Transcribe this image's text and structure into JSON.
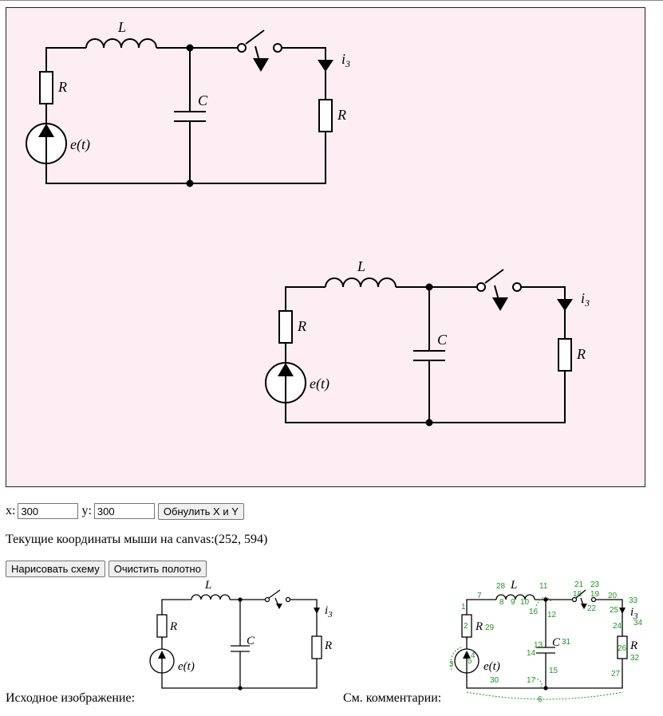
{
  "canvas": {
    "background": "#fdeef4",
    "labels": {
      "L": "L",
      "C": "C",
      "R": "R",
      "e": "e(t)",
      "i": "i",
      "i_sub": "3"
    }
  },
  "controls": {
    "x_label": "x:",
    "x_value": "300",
    "y_label": "y:",
    "y_value": "300",
    "reset_button": "Обнулить X и Y"
  },
  "mouse": {
    "text": "Текущие координаты мыши на canvas:(252, 594)"
  },
  "actions": {
    "draw_button": "Нарисовать схему",
    "clear_button": "Очистить полотно"
  },
  "captions": {
    "original": "Исходное изображение:",
    "comments": "См. комментарии:"
  },
  "comment_numbers": [
    "1",
    "2",
    "3",
    "4",
    "5",
    "6",
    "7",
    "8",
    "9",
    "10",
    "11",
    "12",
    "13",
    "14",
    "15",
    "16",
    "17",
    "18",
    "19",
    "20",
    "21",
    "22",
    "23",
    "24",
    "25",
    "26",
    "27",
    "28",
    "29",
    "30",
    "31",
    "32",
    "33",
    "34"
  ],
  "colors": {
    "annotation": "#1a9a1a",
    "wire": "#000000"
  }
}
